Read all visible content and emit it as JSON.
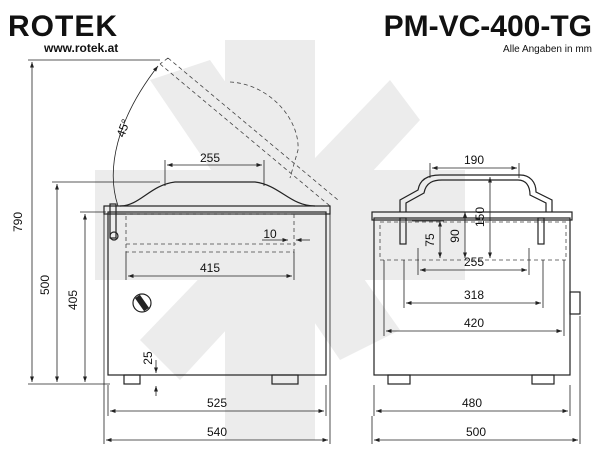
{
  "header": {
    "brand": "ROTEK",
    "website": "www.rotek.at",
    "model": "PM-VC-400-TG",
    "units_note": "Alle Angaben in mm"
  },
  "side_view": {
    "angle_label": "45°",
    "dims": {
      "total_height": "790",
      "height_500": "500",
      "height_405": "405",
      "lid_width": "255",
      "gap_10": "10",
      "chamber_415": "415",
      "foot_25": "25",
      "width_525": "525",
      "width_540": "540"
    }
  },
  "front_view": {
    "dims": {
      "top_190": "190",
      "h_150": "150",
      "h_90": "90",
      "h_75": "75",
      "w_255": "255",
      "w_318": "318",
      "w_420": "420",
      "w_480": "480",
      "w_500": "500"
    }
  },
  "colors": {
    "line": "#222222",
    "watermark": "#ececec"
  }
}
